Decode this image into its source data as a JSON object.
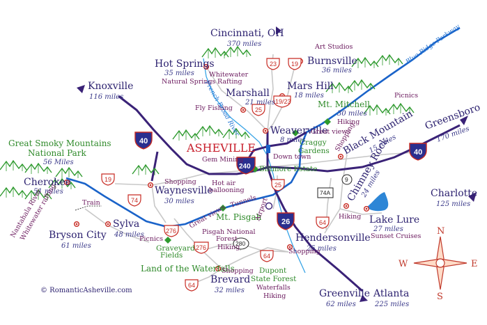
{
  "title": "ASHEVILLE",
  "copyright": "© RomanticAsheville.com",
  "compass": {
    "n": "N",
    "s": "S",
    "e": "E",
    "w": "W"
  },
  "cities": {
    "cincinnati": {
      "name": "Cincinnati, OH",
      "dist": "370 miles"
    },
    "knoxville": {
      "name": "Knoxville",
      "dist": "116 miles"
    },
    "hot_springs": {
      "name": "Hot Springs",
      "dist": "35 miles"
    },
    "marshall": {
      "name": "Marshall",
      "dist": "21 miles"
    },
    "burnsville": {
      "name": "Burnsville",
      "dist": "36 miles"
    },
    "mars_hill": {
      "name": "Mars Hill",
      "dist": "18 miles"
    },
    "mt_mitchell": {
      "name": "Mt. Mitchell",
      "dist": "30 miles"
    },
    "weaverville": {
      "name": "Weaverville",
      "dist": "8 miles"
    },
    "black_mountain": {
      "name": "Black Mountain",
      "dist": "15 miles"
    },
    "greensboro": {
      "name": "Greensboro",
      "dist": "170 miles"
    },
    "charlotte": {
      "name": "Charlotte",
      "dist": "125 miles"
    },
    "chimney_rock": {
      "name": "Chimney Rock",
      "dist": "24 miles"
    },
    "lake_lure": {
      "name": "Lake Lure",
      "dist": "27 miles"
    },
    "hendersonville": {
      "name": "Hendersonville",
      "dist": "25 miles"
    },
    "greenville": {
      "name": "Greenville",
      "dist": "62 miles"
    },
    "atlanta": {
      "name": "Atlanta",
      "dist": "225 miles"
    },
    "brevard": {
      "name": "Brevard",
      "dist": "32 miles"
    },
    "waynesville": {
      "name": "Waynesville",
      "dist": "30 miles"
    },
    "cherokee": {
      "name": "Cherokee",
      "dist": "51 miles"
    },
    "sylva": {
      "name": "Sylva",
      "dist": "48 miles"
    },
    "bryson_city": {
      "name": "Bryson City",
      "dist": "61 miles"
    }
  },
  "places": {
    "smoky_1": "Great Smoky Mountains",
    "smoky_2": "National Park",
    "smoky_dist": "56 Miles",
    "mt_pisgah": "Mt. Pisgah",
    "craggy_1": "Craggy",
    "craggy_2": "Gardens",
    "graveyard_1": "Graveyard",
    "graveyard_2": "Fields",
    "waterfalls": "Land of the Waterfalls",
    "downtown": "Down town",
    "biltmore": "Biltmore Estate"
  },
  "attractions": {
    "art_studios": "Art Studios",
    "natural_springs": "Natural Springs",
    "whitewater_1": "Whitewater",
    "whitewater_2": "Rafting",
    "fly_fishing": "Fly Fishing",
    "picnics_ne": "Picnics",
    "hiking_mitchell": "Hiking",
    "great_views_ne": "Great views",
    "shopping_bm": "Shopping",
    "gem_mining": "Gem Mining",
    "shopping_way": "Shopping",
    "hot_air_1": "Hot air",
    "hot_air_2": "ballooning",
    "tunnels": "Tunnels",
    "great_views_sw": "Great views",
    "pisgah_forest_1": "Pisgah National",
    "pisgah_forest_2": "Forest",
    "hiking_pisgah": "Hiking",
    "airport": "Airport",
    "train": "Train",
    "nantahala_1": "Nantahala River",
    "nantahala_2": "Whitewater rafting",
    "picnics_sw": "Picnics",
    "shopping_brevard": "Shopping",
    "dupont_1": "Dupont",
    "dupont_2": "State Forest",
    "dupont_3": "Waterfalls",
    "dupont_4": "Hiking",
    "shopping_hend": "Shopping",
    "hiking_lake": "Hiking",
    "sunset_cruises": "Sunset Cruises"
  },
  "roads": {
    "blue_ridge": "Blue Ridge Parkway",
    "french_broad": "French Broad River"
  },
  "shields": {
    "i40_w": "40",
    "i40_e": "40",
    "i240": "240",
    "i26": "26",
    "us23": "23",
    "us19_n": "19",
    "us19_23": "19/23",
    "us25_n": "25",
    "us25_s": "25",
    "us19_w": "19",
    "us74": "74",
    "us276_w": "276",
    "us276_s": "276",
    "us64_w": "64",
    "us64_s": "64",
    "us64_e": "64",
    "nc280": "280",
    "nc9": "9",
    "nc74a": "74A"
  },
  "colors": {
    "interstate": "#3a2277",
    "parkway": "#1a63c9",
    "river": "#39a4e6",
    "secondary": "#c8c8c8",
    "mountains": "#2e9a2e",
    "lake": "#2d86d6",
    "title": "#c71d2a",
    "shield_red": "#c72b23",
    "shield_blue": "#2a2f8f"
  }
}
